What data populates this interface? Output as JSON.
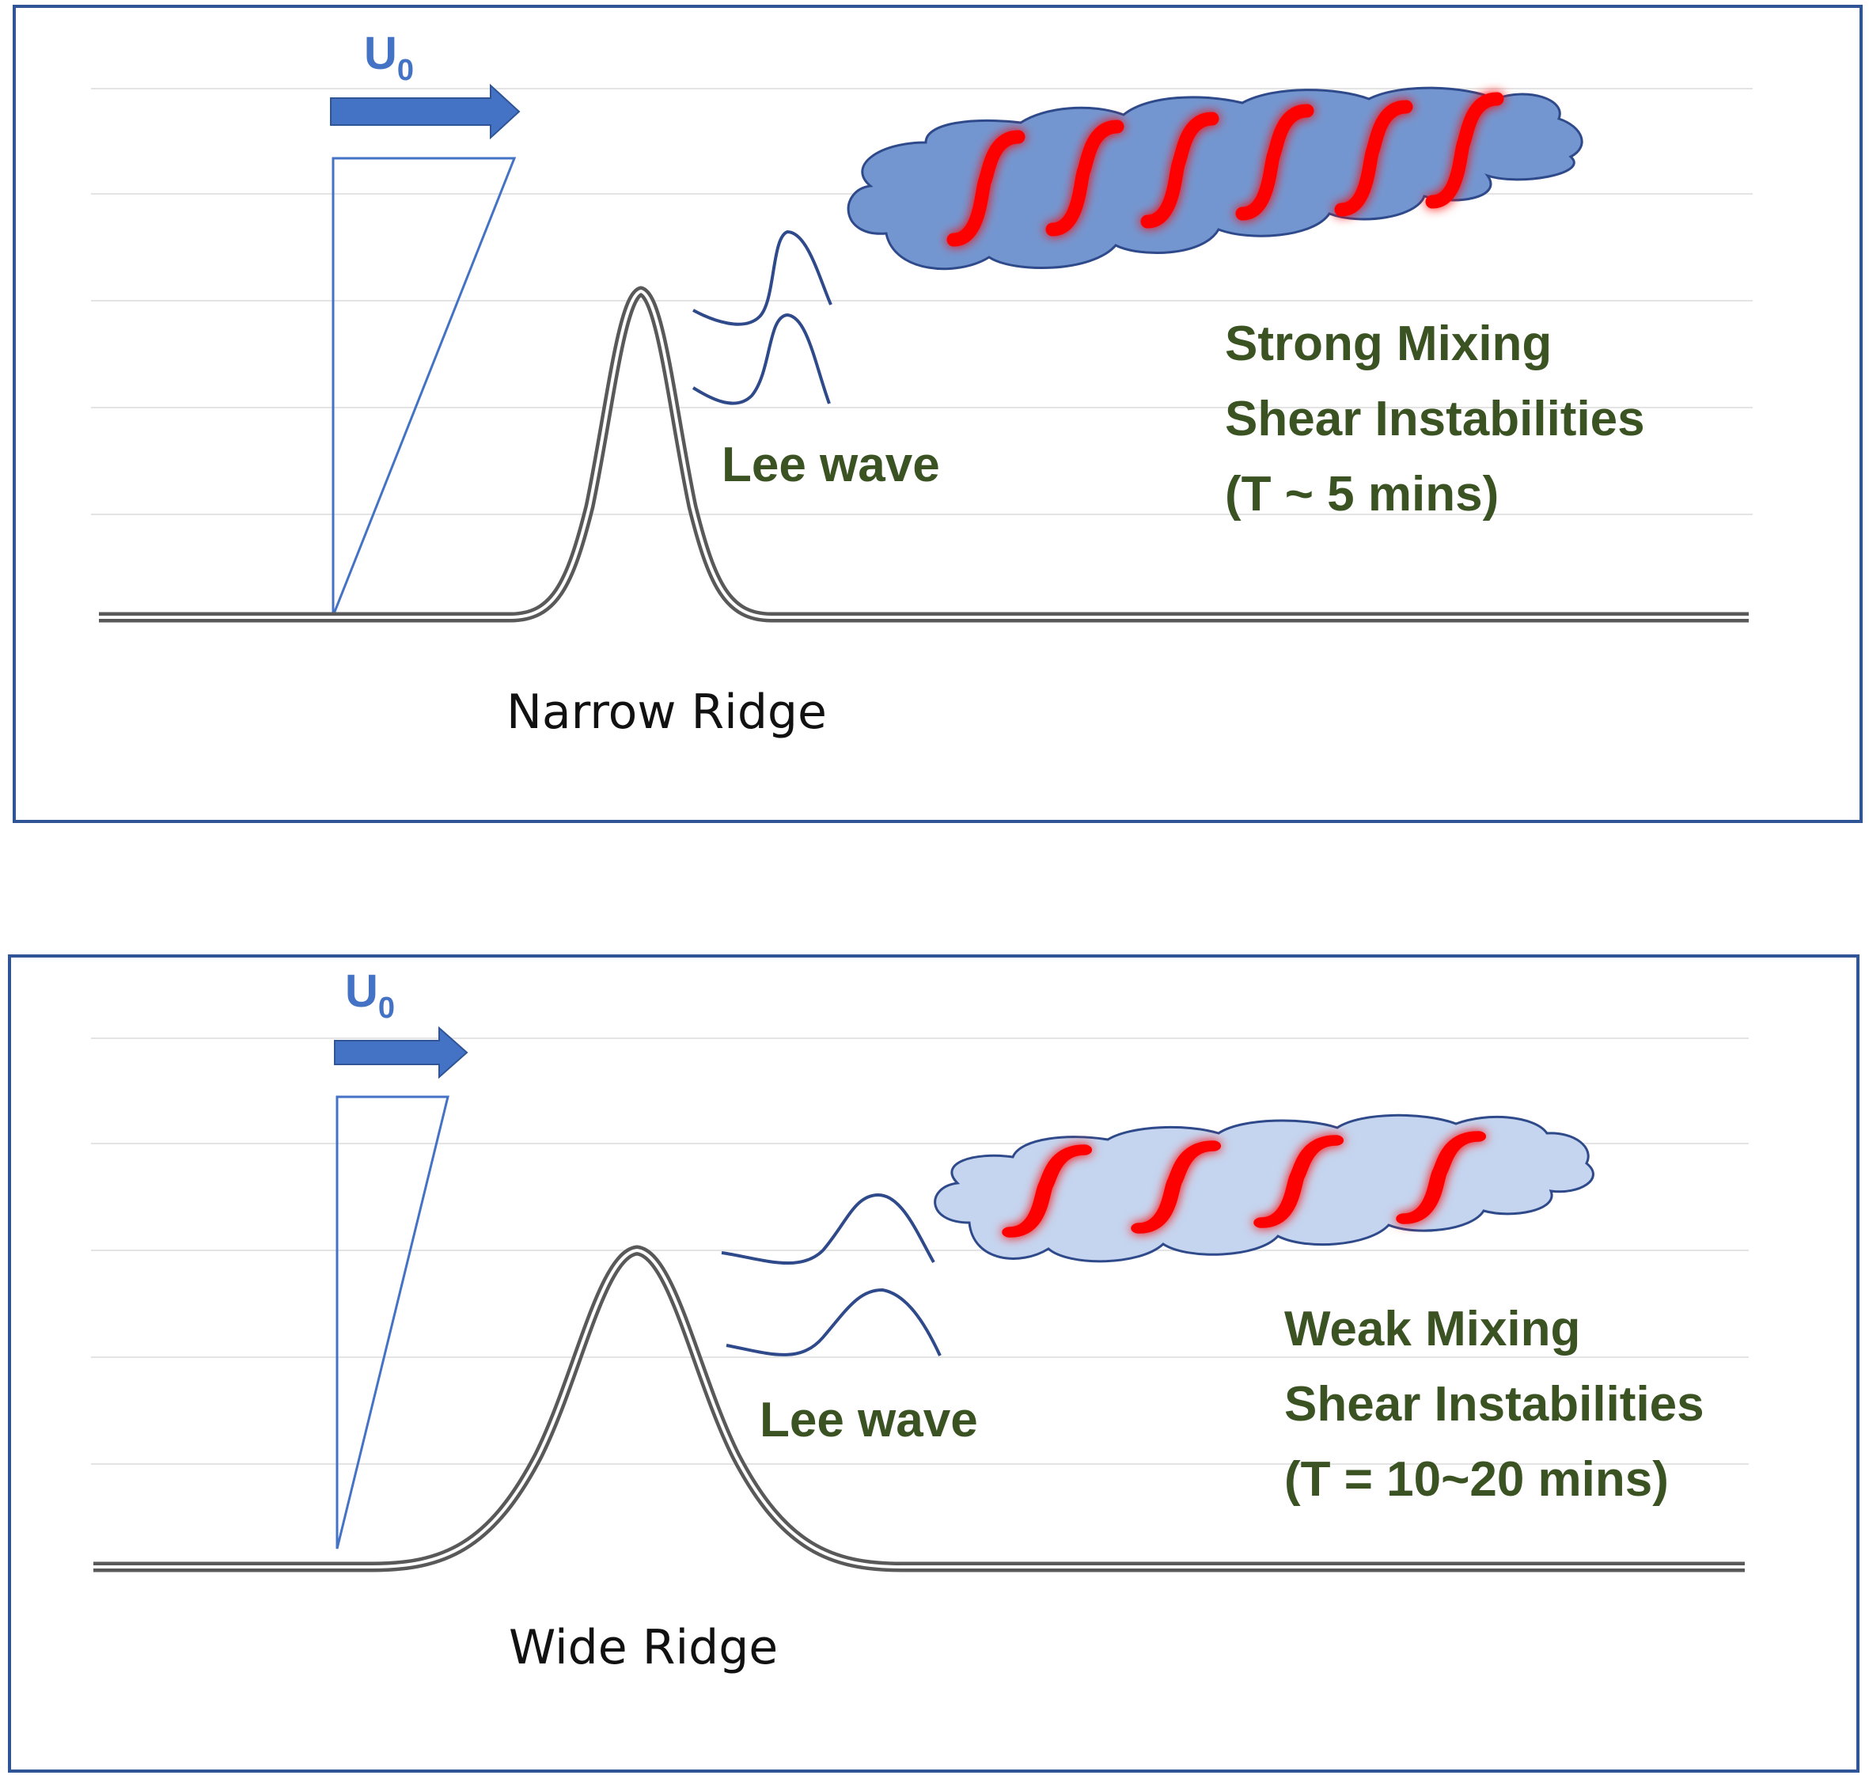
{
  "top_panel": {
    "velocity_label": "U",
    "velocity_subscript": "0",
    "lee_wave_label": "Lee wave",
    "ridge_label": "Narrow Ridge",
    "mixing_lines": [
      "Strong Mixing",
      "Shear Instabilities",
      "(T ~ 5 mins)"
    ]
  },
  "bottom_panel": {
    "velocity_label": "U",
    "velocity_subscript": "0",
    "lee_wave_label": "Lee wave",
    "ridge_label": "Wide Ridge",
    "mixing_lines": [
      "Weak Mixing",
      "Shear Instabilities",
      "(T = 10~20 mins)"
    ]
  },
  "colors": {
    "panel_border": "#2f5597",
    "arrow_fill": "#4472c4",
    "profile_stroke": "#4472c4",
    "wave_stroke": "#2f4a8a",
    "ridge_stroke": "#595959",
    "cloud_strong_fill": "#7496d0",
    "cloud_weak_fill": "#c5d5ef",
    "cloud_stroke": "#2f4a8a",
    "vortex_red": "#ff0000",
    "text_green": "#3b5323"
  }
}
